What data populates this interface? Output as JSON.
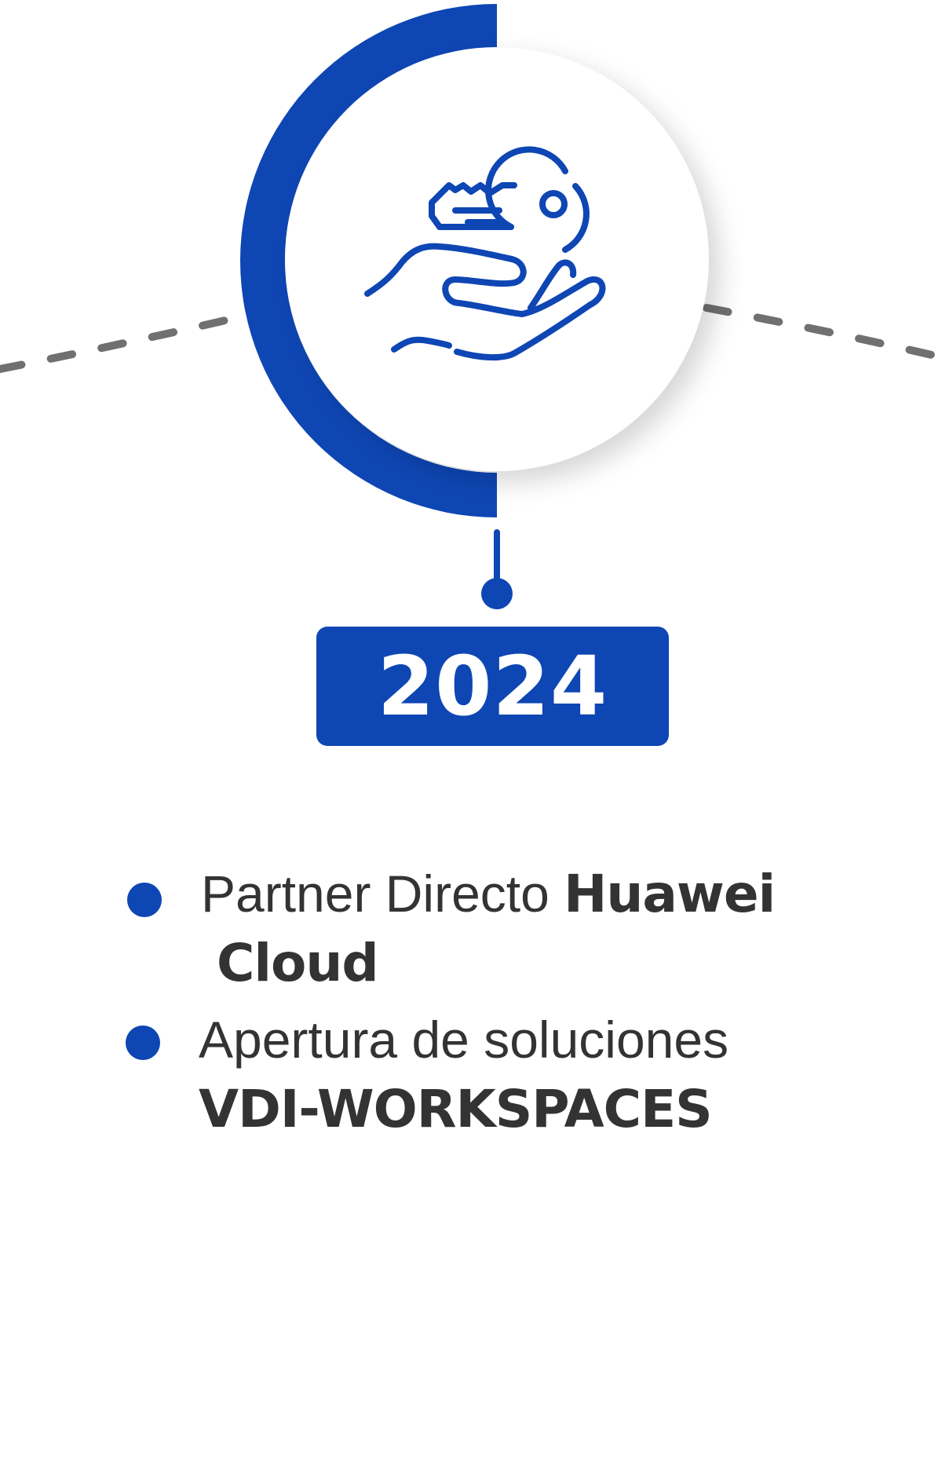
{
  "year": "2024",
  "icon": "hand-holding-key-icon",
  "colors": {
    "accent": "#0e46b4",
    "dash_line": "#707070",
    "text": "#333333",
    "background": "#ffffff"
  },
  "milestones": [
    {
      "regular": "Partner Directo ",
      "bold_1": "Huawei",
      "bold_2": "Cloud"
    },
    {
      "regular": "Apertura de soluciones",
      "bold": "VDI-WORKSPACES"
    }
  ]
}
